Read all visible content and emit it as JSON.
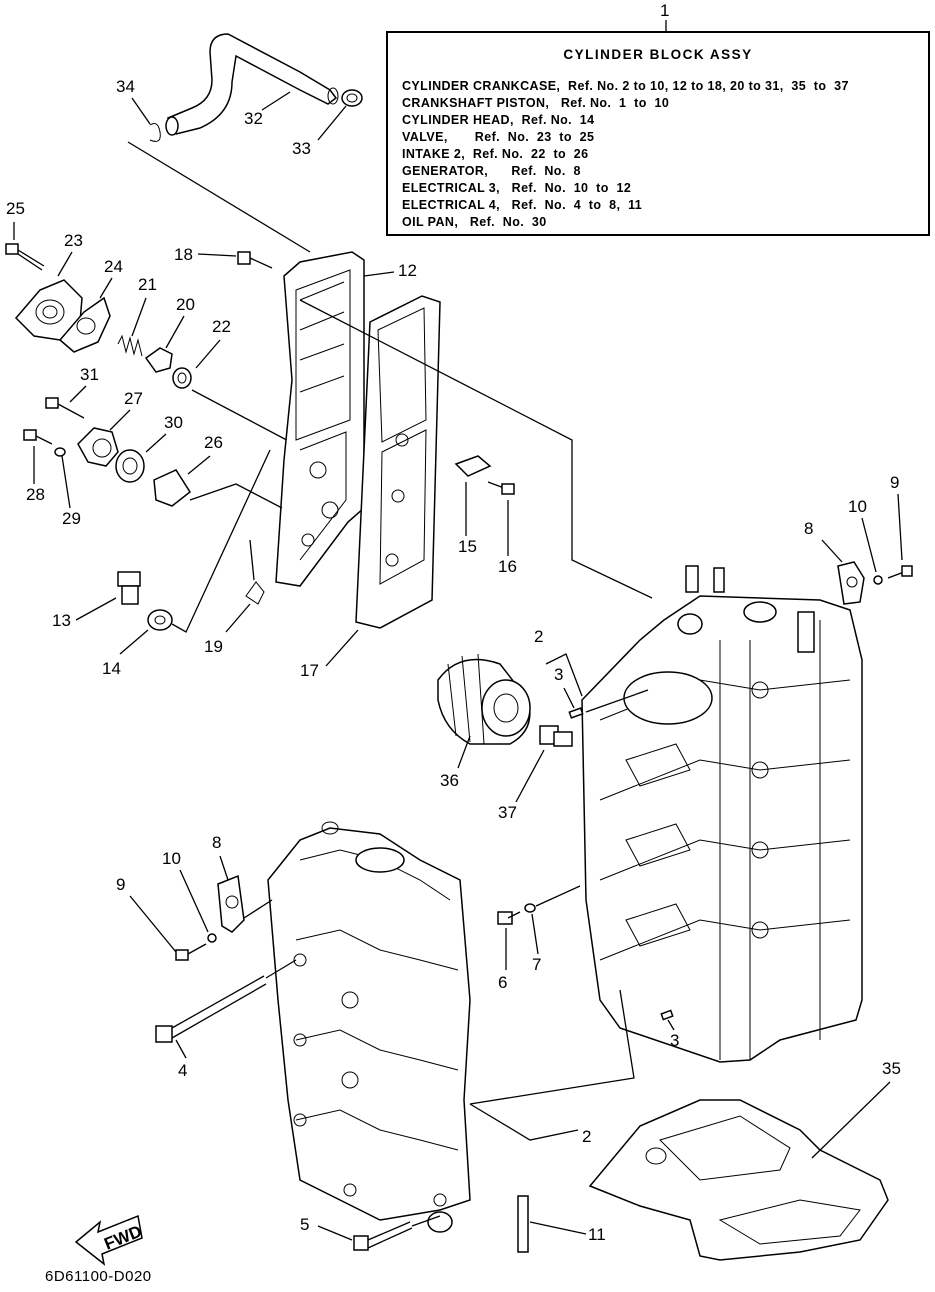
{
  "assembly_number": "1",
  "legend": {
    "title": "CYLINDER  BLOCK  ASSY",
    "lines": [
      "CYLINDER CRANKCASE,  Ref. No. 2 to 10, 12 to 18, 20 to 31,  35  to  37",
      "CRANKSHAFT PISTON,   Ref. No.  1  to  10",
      "CYLINDER HEAD,  Ref. No.  14",
      "VALVE,       Ref.  No.  23  to  25",
      "INTAKE 2,  Ref. No.  22  to  26",
      "GENERATOR,      Ref.  No.  8",
      "ELECTRICAL 3,   Ref.  No.  10  to  12",
      "ELECTRICAL 4,   Ref.  No.  4  to  8,  11",
      "OIL PAN,   Ref.  No.  30"
    ]
  },
  "callouts": {
    "c34": "34",
    "c32": "32",
    "c33": "33",
    "c25": "25",
    "c23": "23",
    "c24": "24",
    "c21": "21",
    "c20": "20",
    "c22": "22",
    "c18": "18",
    "c12": "12",
    "c31": "31",
    "c27": "27",
    "c30": "30",
    "c26": "26",
    "c28": "28",
    "c29": "29",
    "c15": "15",
    "c16": "16",
    "c13": "13",
    "c14": "14",
    "c19": "19",
    "c17": "17",
    "c8a": "8",
    "c10a": "10",
    "c9a": "9",
    "c2a": "2",
    "c3a": "3",
    "c36": "36",
    "c37": "37",
    "c8b": "8",
    "c10b": "10",
    "c9b": "9",
    "c6": "6",
    "c7": "7",
    "c4": "4",
    "c3b": "3",
    "c35": "35",
    "c2b": "2",
    "c5": "5",
    "c11": "11"
  },
  "fwd_label": "FWD",
  "diagram_id": "6D61100-D020"
}
